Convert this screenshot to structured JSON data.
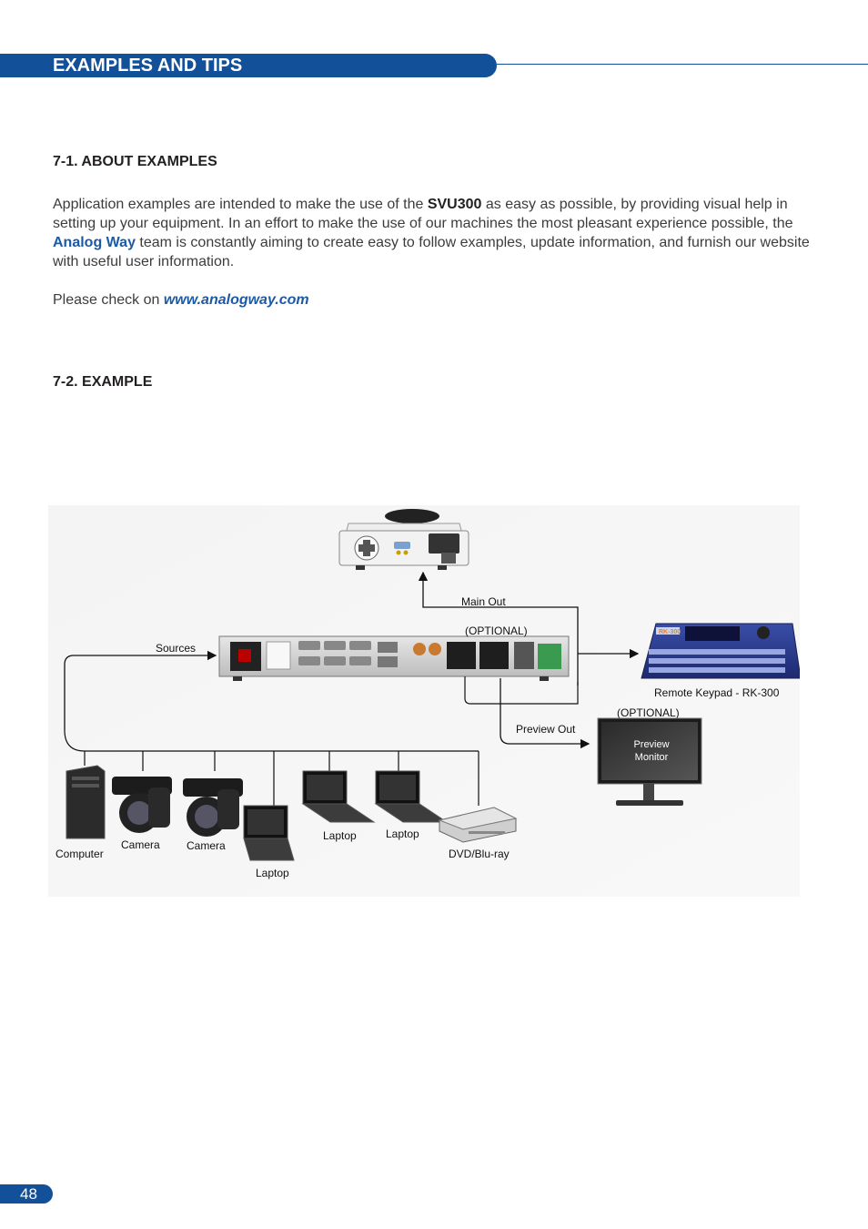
{
  "header": {
    "title": "EXAMPLES AND TIPS"
  },
  "section1": {
    "heading": "7-1. ABOUT EXAMPLES",
    "p1_a": "Application examples are intended to make the use of the ",
    "p1_product": "SVU300",
    "p1_b": " as easy as possible, by providing visual help in setting up your equipment. In an effort to make the use of our machines the most pleasant experience possible, the ",
    "p1_brand": "Analog Way",
    "p1_c": " team is constantly aiming to create easy to follow examples, update information, and furnish our website with useful user information.",
    "p2_a": "Please check on ",
    "p2_url": "www.analogway.com"
  },
  "section2": {
    "heading": "7-2. EXAMPLE"
  },
  "diagram": {
    "main_out": "Main Out",
    "optional_top": "(OPTIONAL)",
    "sources": "Sources",
    "remote_keypad": "Remote Keypad - RK-300",
    "keypad_logo": "RK-300",
    "optional_monitor": "(OPTIONAL)",
    "preview_out": "Preview Out",
    "monitor_line1": "Preview",
    "monitor_line2": "Monitor",
    "computer": "Computer",
    "camera1": "Camera",
    "camera2": "Camera",
    "laptop1": "Laptop",
    "laptop2": "Laptop",
    "laptop3": "Laptop",
    "dvd": "DVD/Blu-ray"
  },
  "footer": {
    "page_number": "48"
  },
  "colors": {
    "brand_blue": "#12509a",
    "link_blue": "#1c5aa6"
  }
}
